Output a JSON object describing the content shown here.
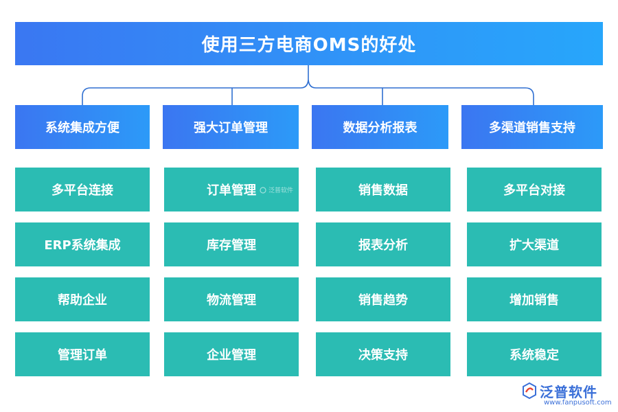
{
  "title": "使用三方电商OMS的好处",
  "categories": [
    {
      "label": "系统集成方便",
      "items": [
        "多平台连接",
        "ERP系统集成",
        "帮助企业",
        "管理订单"
      ]
    },
    {
      "label": "强大订单管理",
      "items": [
        "订单管理",
        "库存管理",
        "物流管理",
        "企业管理"
      ]
    },
    {
      "label": "数据分析报表",
      "items": [
        "销售数据",
        "报表分析",
        "销售趋势",
        "决策支持"
      ]
    },
    {
      "label": "多渠道销售支持",
      "items": [
        "多平台对接",
        "扩大渠道",
        "增加销售",
        "系统稳定"
      ]
    }
  ],
  "watermark": {
    "inline": "泛普软件"
  },
  "logo": {
    "name": "泛普软件",
    "url": "www.fanpusoft.com"
  },
  "colors": {
    "title_bg": "#3a77f2",
    "category_bg": "#2c9af8",
    "item_bg": "#2bbcb3",
    "connector": "#2f6fd1",
    "logo": "#3a6fd8"
  }
}
